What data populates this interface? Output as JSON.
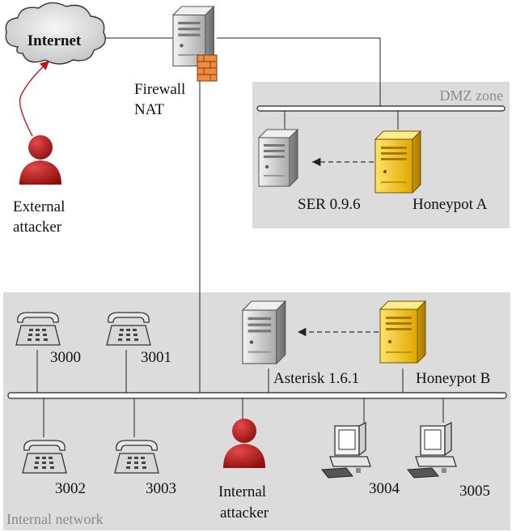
{
  "zones": {
    "dmz": "DMZ zone",
    "internal": "Internal network"
  },
  "nodes": {
    "internet": "Internet",
    "firewall_line1": "Firewall",
    "firewall_line2": "NAT",
    "external_attacker_line1": "External",
    "external_attacker_line2": "attacker",
    "ser": "SER 0.9.6",
    "honeypot_a": "Honeypot A",
    "asterisk": "Asterisk 1.6.1",
    "honeypot_b": "Honeypot B",
    "internal_attacker_line1": "Internal",
    "internal_attacker_line2": "attacker"
  },
  "phones": [
    "3000",
    "3001",
    "3002",
    "3003"
  ],
  "workstations": [
    "3004",
    "3005"
  ],
  "colors": {
    "zone_fill": "#dcdcdc",
    "attacker": "#b01818",
    "honeypot": "#f2c400",
    "server": "#d8d8d8",
    "attack_arrow": "#c0141c"
  }
}
